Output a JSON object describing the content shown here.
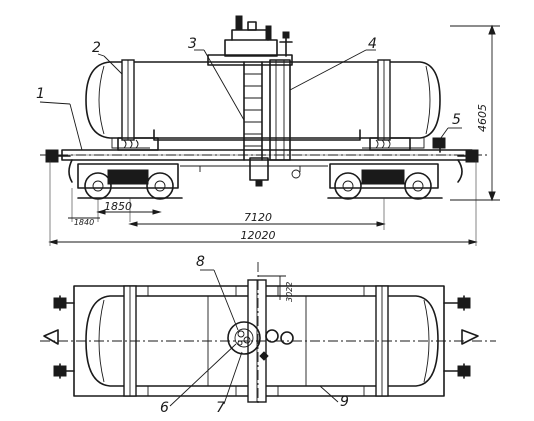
{
  "callouts": {
    "c1": "1",
    "c2": "2",
    "c3": "3",
    "c4": "4",
    "c5": "5",
    "c6": "6",
    "c7": "7",
    "c8": "8",
    "c9": "9"
  },
  "dimensions": {
    "height": "4605",
    "bogie_wheelbase": "1850",
    "overhang": "1840",
    "bogie_base": "7120",
    "total_length": "12020",
    "dome_offset": "3022"
  }
}
